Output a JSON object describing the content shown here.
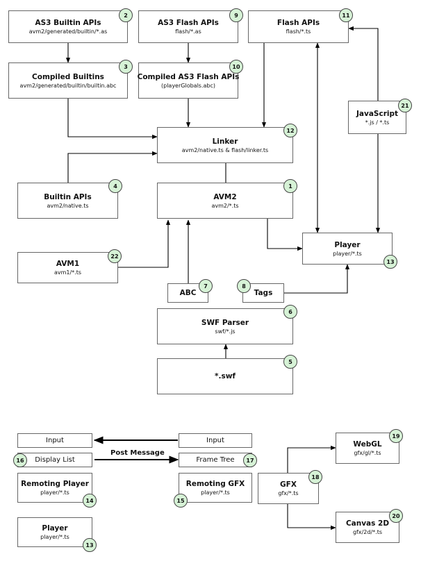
{
  "nodes": {
    "as3_builtin_apis": {
      "title": "AS3 Builtin APIs",
      "sub": "avm2/generated/builtin/*.as",
      "badge": "2"
    },
    "as3_flash_apis": {
      "title": "AS3 Flash APIs",
      "sub": "flash/*.as",
      "badge": "9"
    },
    "flash_apis": {
      "title": "Flash APIs",
      "sub": "flash/*.ts",
      "badge": "11"
    },
    "compiled_builtins": {
      "title": "Compiled Builtins",
      "sub": "avm2/generated/builtin/builtin.abc",
      "badge": "3"
    },
    "compiled_flash_apis": {
      "title": "Compiled AS3 Flash APIs",
      "sub": "(playerGlobals.abc)",
      "badge": "10"
    },
    "javascript": {
      "title": "JavaScript",
      "sub": "*.js / *.ts",
      "badge": "21"
    },
    "linker": {
      "title": "Linker",
      "sub": "avm2/native.ts & flash/linker.ts",
      "badge": "12"
    },
    "builtin_apis": {
      "title": "Builtin APIs",
      "sub": "avm2/native.ts",
      "badge": "4"
    },
    "avm2": {
      "title": "AVM2",
      "sub": "avm2/*.ts",
      "badge": "1"
    },
    "player": {
      "title": "Player",
      "sub": "player/*.ts",
      "badge": "13"
    },
    "avm1": {
      "title": "AVM1",
      "sub": "avm1/*.ts",
      "badge": "22"
    },
    "abc": {
      "title": "ABC",
      "badge": "7"
    },
    "tags": {
      "title": "Tags",
      "badge": "8"
    },
    "swf_parser": {
      "title": "SWF Parser",
      "sub": "swf/*.js",
      "badge": "6"
    },
    "swf": {
      "title": "*.swf",
      "badge": "5"
    },
    "input_left": {
      "title": "Input"
    },
    "input_right": {
      "title": "Input"
    },
    "display_list": {
      "title": "Display List",
      "badge": "16"
    },
    "frame_tree": {
      "title": "Frame Tree",
      "badge": "17"
    },
    "remoting_player": {
      "title": "Remoting Player",
      "sub": "player/*.ts",
      "badge": "14"
    },
    "remoting_gfx": {
      "title": "Remoting GFX",
      "sub": "player/*.ts",
      "badge": "15"
    },
    "gfx": {
      "title": "GFX",
      "sub": "gfx/*.ts",
      "badge": "18"
    },
    "webgl": {
      "title": "WebGL",
      "sub": "gfx/gl/*.ts",
      "badge": "19"
    },
    "canvas2d": {
      "title": "Canvas 2D",
      "sub": "gfx/2d/*.ts",
      "badge": "20"
    },
    "player_bottom": {
      "title": "Player",
      "sub": "player/*.ts",
      "badge": "13"
    }
  },
  "edges": {
    "post_message_label": "Post Message"
  },
  "colors": {
    "badge_fill": "#d6f2d6",
    "line": "#000000",
    "border": "#666666"
  }
}
